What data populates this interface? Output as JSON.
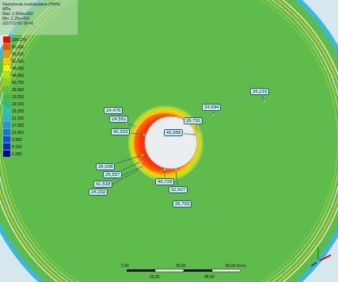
{
  "diagram": {
    "labels": [
      "Naprężenia zredukowane (HMH)",
      "MPa",
      "Max: 1.943e+002",
      "Min: 2.25e+000",
      "2017/12/02 08:40",
      "24,476",
      "24,561",
      "40,303",
      "41,066",
      "26,791",
      "24,694",
      "26,233",
      "26,008",
      "25,557",
      "41,518",
      "24,202",
      "40,729",
      "32,927",
      "26,703",
      "0,00",
      "30,00",
      "60,00 (mm)",
      "15,00",
      "45,00"
    ],
    "legend": [
      {
        "text": "194,276",
        "color": "#ff0000"
      },
      {
        "text": "60,000",
        "color": "#ff5000"
      },
      {
        "text": "56,150",
        "color": "#ff9000"
      },
      {
        "text": "52,300",
        "color": "#ffc800"
      },
      {
        "text": "48,450",
        "color": "#f0f000"
      },
      {
        "text": "44,600",
        "color": "#b8e600"
      },
      {
        "text": "40,750",
        "color": "#8cd428"
      },
      {
        "text": "36,900",
        "color": "#62c048"
      },
      {
        "text": "33,050",
        "color": "#44b84c"
      },
      {
        "text": "29,200",
        "color": "#2eb88a"
      },
      {
        "text": "25,350",
        "color": "#20c4c0"
      },
      {
        "text": "21,500",
        "color": "#30b0dc"
      },
      {
        "text": "17,650",
        "color": "#2890e8"
      },
      {
        "text": "13,800",
        "color": "#1a70f0"
      },
      {
        "text": "9,950",
        "color": "#104ce8"
      },
      {
        "text": "6,100",
        "color": "#0828d0"
      },
      {
        "text": "2,250",
        "color": "#0000a8"
      }
    ]
  }
}
